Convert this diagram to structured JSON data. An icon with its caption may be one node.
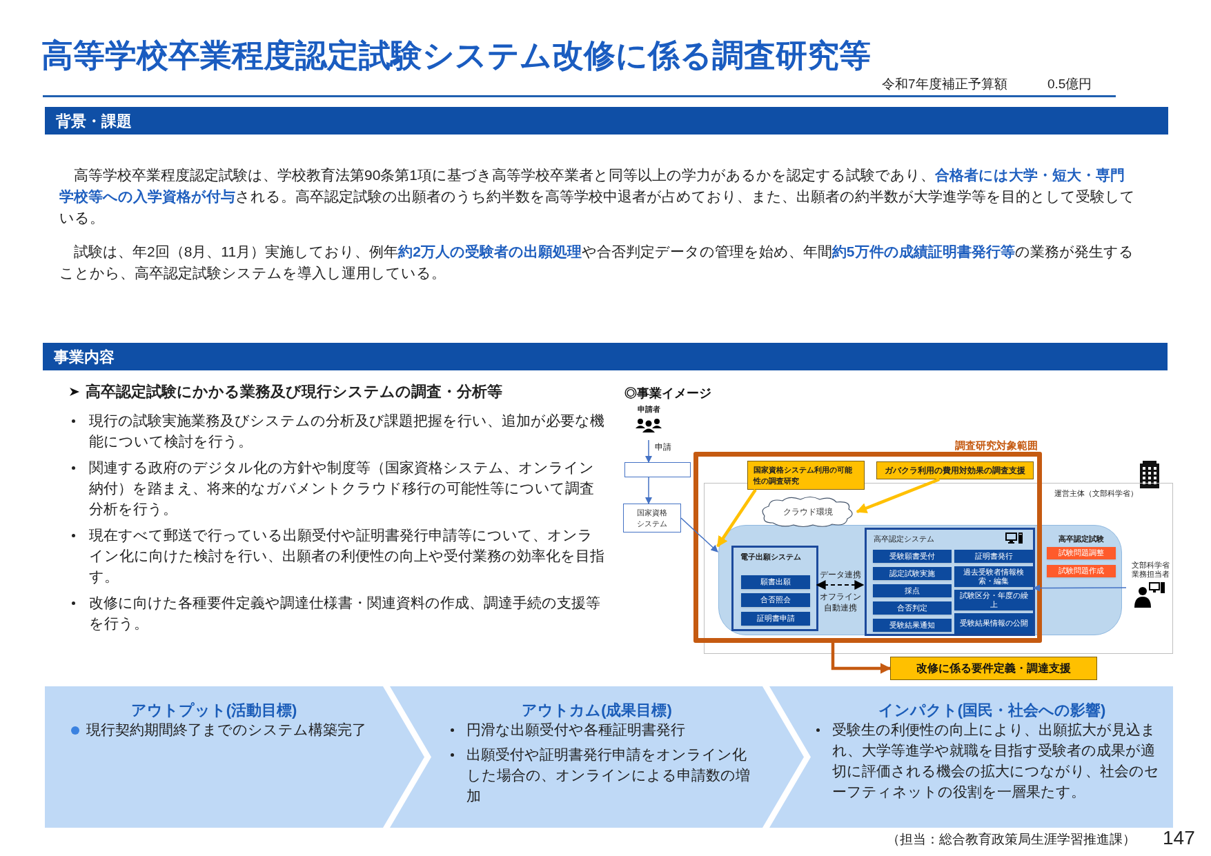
{
  "diagram": {
    "title": "高等学校卒業程度認定試験システム改修に係る調査研究等",
    "nodes": [
      {
        "text": [
          "背景・課題"
        ]
      },
      {
        "text": [
          "事業内容"
        ]
      },
      {
        "text": [
          "申請者"
        ]
      },
      {
        "text": [],
        "shape": "box"
      },
      {
        "text": [
          "国家資格システム"
        ]
      },
      {
        "text": [
          "調査研究対象範囲"
        ]
      },
      {
        "text": [
          "国家資格システム利用の可能性の調査研究"
        ],
        "in": 5
      },
      {
        "text": [
          "ガバクラ利用の費用対効果の調査支援"
        ],
        "in": 5
      },
      {
        "text": [
          "運営主体（文部科学省）"
        ]
      },
      {
        "text": [
          "クラウド環境"
        ],
        "in": 5
      },
      {
        "text": [
          "高卒認定試験"
        ],
        "in": 8
      },
      {
        "text": [
          "電子出願システム"
        ],
        "in": 10
      },
      {
        "text": [
          "願書出願"
        ],
        "in": 11
      },
      {
        "text": [
          "合否照会"
        ],
        "in": 11
      },
      {
        "text": [
          "証明書申請"
        ],
        "in": 11
      },
      {
        "text": [
          "高卒認定システム"
        ],
        "in": 10
      },
      {
        "text": [
          "受験願書受付"
        ],
        "in": 15
      },
      {
        "text": [
          "認定試験実施"
        ],
        "in": 15
      },
      {
        "text": [
          "採点"
        ],
        "in": 15
      },
      {
        "text": [
          "合否判定"
        ],
        "in": 15
      },
      {
        "text": [
          "受験結果通知"
        ],
        "in": 15
      },
      {
        "text": [
          "証明書発行"
        ],
        "in": 15
      },
      {
        "text": [
          "過去受験者情報検索・編集"
        ],
        "in": 15
      },
      {
        "text": [
          "試験区分・年度の繰上"
        ],
        "in": 15
      },
      {
        "text": [
          "受験結果情報の公開"
        ],
        "in": 15
      },
      {
        "text": [
          "試験問題調整"
        ],
        "in": 10
      },
      {
        "text": [
          "試験問題作成"
        ],
        "in": 10
      },
      {
        "text": [
          "文部科学省業務担当者"
        ],
        "in": 8
      },
      {
        "text": [
          "改修に係る要件定義・調達支援"
        ]
      },
      {
        "text": [
          "アウトプット(活動目標)",
          "現行契約期間終了までのシステム構築完了"
        ]
      },
      {
        "text": [
          "アウトカム(成果目標)",
          "円滑な出願受付や各種証明書発行",
          "出願受付や証明書発行申請をオンライン化した場合の、オンラインによる申請数の増加"
        ]
      },
      {
        "text": [
          "インパクト(国民・社会への影響)",
          "受験生の利便性の向上により、出願拡大が見込まれ、大学等進学や就職を目指す受験者の成果が適切に評価される機会の拡大につながり、社会のセーフティネットの役割を一層果たす。"
        ]
      }
    ],
    "edges": [
      {
        "from": 2,
        "to": 3,
        "arrow": "to",
        "label": "申請"
      },
      {
        "from": 3,
        "to": 4,
        "arrow": "to"
      },
      {
        "from": 4,
        "to": 10,
        "arrow": "to"
      },
      {
        "from": 6,
        "to": 10,
        "arrow": "to",
        "style": "thick",
        "color": "#ffc000"
      },
      {
        "from": 7,
        "to": 9,
        "arrow": "to",
        "style": "thick",
        "color": "#ffc000"
      },
      {
        "from": 11,
        "to": 15,
        "arrow": "both",
        "label": "データ連携",
        "style": "dashed",
        "color": "#000000"
      },
      {
        "from": 27,
        "to": 15,
        "arrow": "to"
      },
      {
        "from": 5,
        "to": 28,
        "arrow": "to",
        "style": "thick",
        "color": "#c55a11"
      }
    ],
    "labels": [
      "令和7年度補正予算額",
      "0.5億円",
      "高等学校卒業程度認定試験は、学校教育法第90条第1項に基づき高等学校卒業者と同等以上の学力があるかを認定する試験であり、**合格者には大学・短大・専門学校等への入学資格が付与**される。高卒認定試験の出願者のうち約半数を高等学校中退者が占めており、また、出願者の約半数が大学進学等を目的として受験している。",
      "試験は、年2回（8月、11月）実施しており、例年**約2万人の受験者の出願処理**や合否判定データの管理を始め、年間**約5万件の成績証明書発行等**の業務が発生することから、高卒認定試験システムを導入し運用している。",
      "高卒認定試験にかかる業務及び現行システムの調査・分析等",
      "現行の試験実施業務及びシステムの分析及び課題把握を行い、追加が必要な機能について検討を行う。",
      "関連する政府のデジタル化の方針や制度等（国家資格システム、オンライン納付）を踏まえ、将来的なガバメントクラウド移行の可能性等について調査分析を行う。",
      "現在すべて郵送で行っている出願受付や証明書発行申請等について、オンライン化に向けた検討を行い、出願者の利便性の向上や受付業務の効率化を目指す。",
      "改修に向けた各種要件定義や調達仕様書・関連資料の作成、調達手続の支援等を行う。",
      "◎事業イメージ",
      "オフライン自動連携",
      "（担当：総合教育政策局生涯学習推進課）",
      "147"
    ]
  }
}
